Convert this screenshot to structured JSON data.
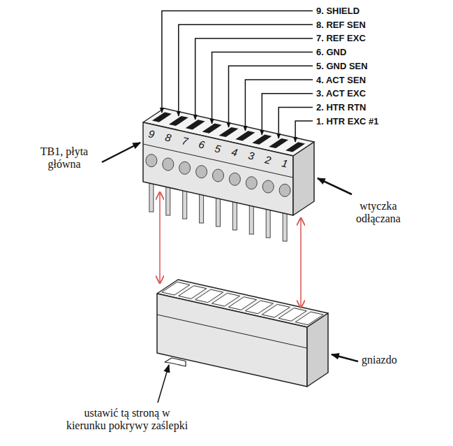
{
  "diagram": {
    "labels": [
      "9. SHIELD",
      "8. REF SEN",
      "7. REF EXC",
      "6. GND",
      "5. GND SEN",
      "4. ACT SEN",
      "3. ACT EXC",
      "2. HTR RTN",
      "1. HTR EXC #1",
      "9",
      "8",
      "7",
      "6",
      "5",
      "4",
      "3",
      "2",
      "1",
      "TB1, płyta główna",
      "wtyczka odłączana",
      "gniazdo",
      "ustawić tą stroną w kierunku pokrywy zaślepki"
    ]
  }
}
